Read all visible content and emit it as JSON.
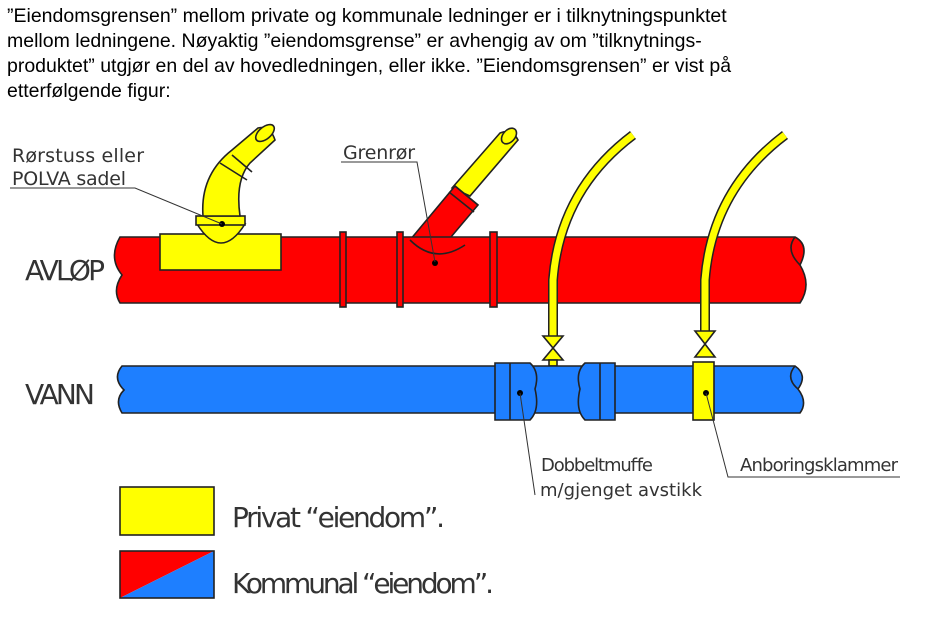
{
  "intro": {
    "lines": [
      "”Eiendomsgrensen” mellom private og kommunale ledninger er i tilknytningspunktet",
      "mellom ledningene.  Nøyaktig ”eiendomsgrense” er avhengig av om ”tilknytnings-",
      "produktet” utgjør en del av hovedledningen, eller ikke.  ”Eiendomsgrensen” er vist på",
      "etterfølgende figur:"
    ]
  },
  "figure": {
    "labels": {
      "saddle_line1": "Rørstuss eller",
      "saddle_line2": "POLVA sadel",
      "branch": "Grenrør",
      "sewer": "AVLØP",
      "water": "VANN",
      "coupling_line1": "Dobbeltmuffe",
      "coupling_line2": "m/gjenget avstikk",
      "clamp": "Anboringsklammer"
    },
    "legend": [
      {
        "label": "Privat “eiendom”.",
        "colors": [
          "#ffff00"
        ]
      },
      {
        "label": "Kommunal “eiendom”.",
        "colors": [
          "#ff0000",
          "#1e7fff"
        ]
      }
    ],
    "colors": {
      "private": "#ffff00",
      "sewer": "#ff0000",
      "water": "#1e7fff"
    }
  }
}
